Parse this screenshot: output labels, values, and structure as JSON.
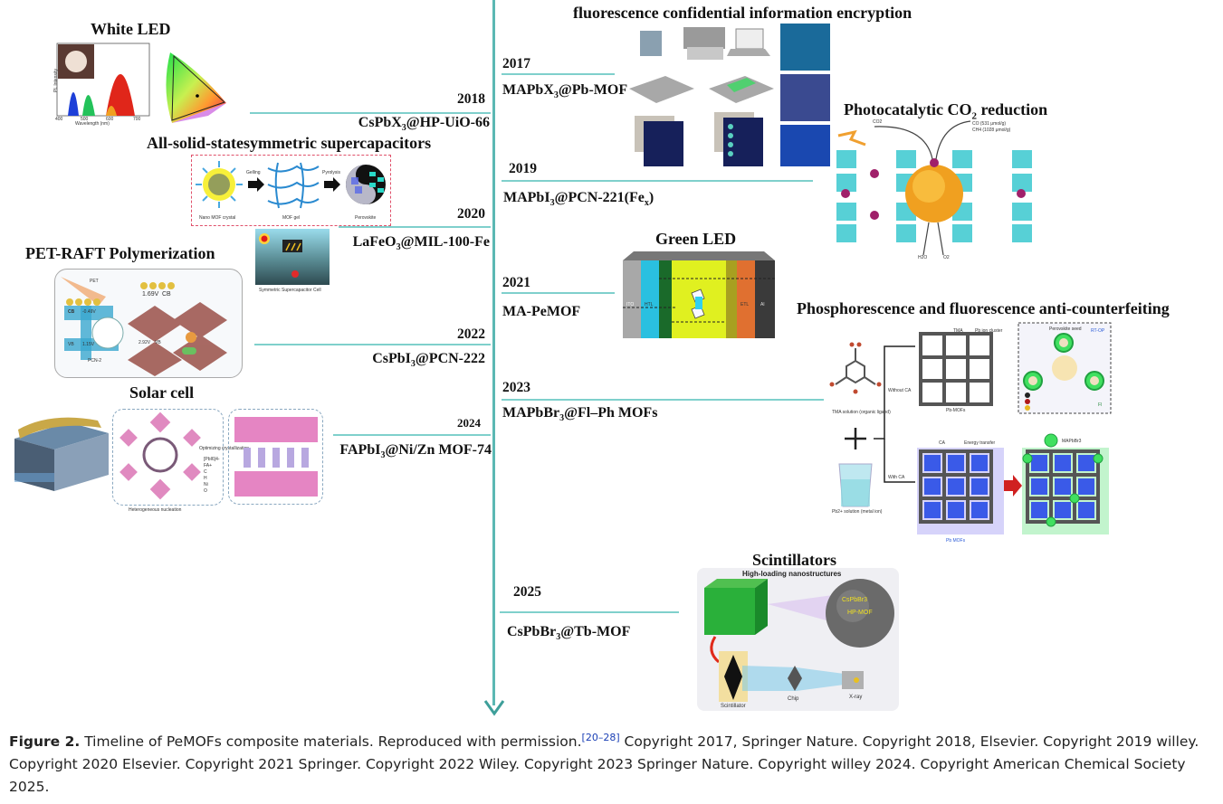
{
  "timeline": {
    "left_entries": [
      {
        "year": "2018",
        "material": "CsPbX3@HP-UiO-66",
        "material_base": "CsPbX",
        "material_sub": "3",
        "material_rest": "@HP-UiO-66",
        "application": "White LED"
      },
      {
        "year": "2020",
        "material": "LaFeO3@MIL-100-Fe",
        "material_base": "LaFeO",
        "material_sub": "3",
        "material_rest": "@MIL-100-Fe",
        "application": "All-solid-statesymmetric supercapacitors"
      },
      {
        "year": "2022",
        "material": "CsPbI3@PCN-222",
        "material_base": "CsPbI",
        "material_sub": "3",
        "material_rest": "@PCN-222",
        "application": "PET-RAFT Polymerization"
      },
      {
        "year": "2024",
        "material": "FAPbI3@Ni/Zn MOF-74",
        "material_base": "FAPbI",
        "material_sub": "3",
        "material_rest": "@Ni/Zn MOF-74",
        "application": "Solar cell"
      }
    ],
    "right_entries": [
      {
        "year": "2017",
        "material": "MAPbX3@Pb-MOF",
        "material_base": "MAPbX",
        "material_sub": "3",
        "material_rest": "@Pb-MOF",
        "application": "fluorescence confidential information encryption"
      },
      {
        "year": "2019",
        "material": "MAPbI3@PCN-221(Fex)",
        "material_base": "MAPbI",
        "material_sub": "3",
        "material_rest": "@PCN-221(Fe",
        "material_sub2": "x",
        "material_end": ")",
        "application_base": "Photocatalytic CO",
        "application_sub": "2",
        "application_rest": " reduction"
      },
      {
        "year": "2021",
        "material": "MA-PeMOF",
        "application": "Green LED"
      },
      {
        "year": "2023",
        "material": "MAPbBr3@Fl–Ph MOFs",
        "material_base": "MAPbBr",
        "material_sub": "3",
        "material_rest": "@Fl–Ph MOFs",
        "application": "Phosphorescence and fluorescence anti-counterfeiting"
      },
      {
        "year": "2025",
        "material": "CsPbBr3@Tb-MOF",
        "material_base": "CsPbBr",
        "material_sub": "3",
        "material_rest": "@Tb-MOF",
        "application": "Scintillators"
      }
    ]
  },
  "panels": {
    "white_led": {
      "ylabel": "PL Intensity",
      "xlabel": "Wavelength (nm)",
      "xticks": [
        "400",
        "500",
        "600",
        "700"
      ]
    },
    "supercap": {
      "labels": [
        "Nano MOF crystal",
        "MOF gel",
        "Perovskite"
      ],
      "steps": [
        "Gelling",
        "Pyrolysis"
      ],
      "cell_label": "Symmetric Supercapacitor Cell"
    },
    "pet_raft": {
      "labels": [
        "PET",
        "CB",
        "-0.49V",
        "1.69V",
        "CB",
        "VB",
        "1.15V",
        "2.92V",
        "VB",
        "PCN-2"
      ]
    },
    "solar": {
      "labels": [
        "Optimizing crystallization",
        "Heterogeneous nucleation"
      ],
      "legend": [
        "[PbI6]4-",
        "FA+",
        "C",
        "H",
        "Ni",
        "O"
      ]
    },
    "co2": {
      "labels": [
        "CO2",
        "CO (531 μmol/g)",
        "CH4 (1028 μmol/g)",
        "H2O",
        "O2"
      ]
    },
    "green_led": {
      "labels": [
        "ITO",
        "HTL",
        "ETL",
        "Al"
      ]
    },
    "anticounterfeit": {
      "labels": [
        "TMA",
        "Pb ion cluster",
        "Without CA",
        "With CA",
        "CA",
        "Energy transfer",
        "TMA solution (organic ligand)",
        "Pb2+ solution (metal ion)",
        "Pb-MOFs",
        "Pb MOFs",
        "MAPbBr3",
        "Perovskite seed",
        "RT-OP",
        "Fl"
      ]
    },
    "scint": {
      "header": "High-loading nanostructures",
      "labels": [
        "CsPbBr3",
        "HP-MOF",
        "Scintillator",
        "Chip",
        "X-ray"
      ]
    }
  },
  "caption": {
    "label": "Figure 2.",
    "text1": " Timeline of PeMOFs composite materials. Reproduced with permission.",
    "cite": "[20–28]",
    "text2": " Copyright 2017, Springer Nature. Copyright 2018, Elsevier. Copyright 2019 willey. Copyright 2020 Elsevier. Copyright 2021 Springer. Copyright 2022 Wiley. Copyright 2023 Springer Nature. Copyright willey 2024. Copyright American Chemical Society 2025."
  },
  "colors": {
    "timeline": "#5bb8b3",
    "branch": "#7fd0cc"
  }
}
